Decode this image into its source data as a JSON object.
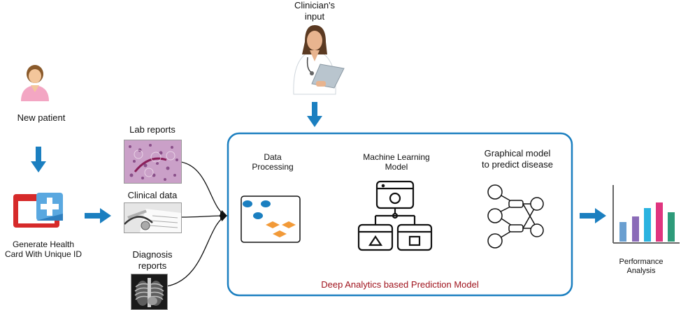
{
  "clinician": {
    "label_line1": "Clinician's",
    "label_line2": "input"
  },
  "patient": {
    "label": "New patient"
  },
  "health_card": {
    "label_line1": "Generate Health",
    "label_line2": "Card With Unique ID"
  },
  "inputs": {
    "lab_reports": "Lab reports",
    "clinical_data": "Clinical data",
    "diagnosis_line1": "Diagnosis",
    "diagnosis_line2": "reports"
  },
  "model_box": {
    "title": "Deep Analytics based Prediction Model",
    "title_color": "#a0141e",
    "border_color": "#1b7fc0"
  },
  "steps": {
    "data_processing_line1": "Data",
    "data_processing_line2": "Processing",
    "ml_line1": "Machine Learning",
    "ml_line2": "Model",
    "graph_line1": "Graphical model",
    "graph_line2": "to predict disease"
  },
  "output": {
    "label_line1": "Performance",
    "label_line2": "Analysis"
  },
  "colors": {
    "arrow": "#1b7fc0",
    "bar_colors": [
      "#6a9fd0",
      "#8b6bb8",
      "#2ab3e0",
      "#e0357f",
      "#2e9b7a"
    ]
  }
}
